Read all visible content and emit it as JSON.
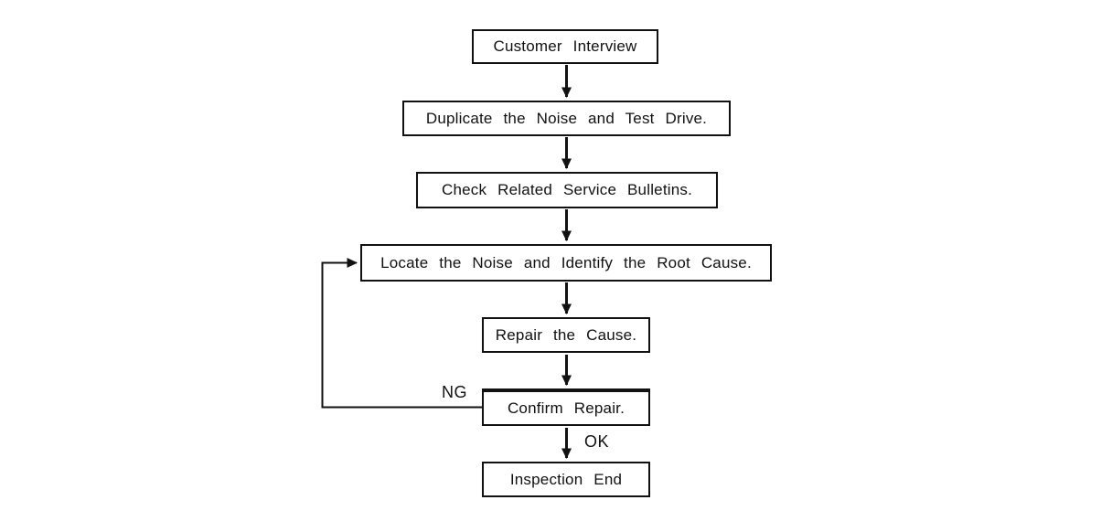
{
  "diagram": {
    "type": "flowchart",
    "nodes": [
      {
        "id": "customer-interview",
        "label": "Customer Interview"
      },
      {
        "id": "duplicate-noise",
        "label": "Duplicate the Noise and Test Drive."
      },
      {
        "id": "check-bulletins",
        "label": "Check Related Service Bulletins."
      },
      {
        "id": "locate-noise",
        "label": "Locate the Noise and Identify the Root Cause."
      },
      {
        "id": "repair-cause",
        "label": "Repair the Cause."
      },
      {
        "id": "confirm-repair",
        "label": "Confirm Repair."
      },
      {
        "id": "inspection-end",
        "label": "Inspection End"
      }
    ],
    "edges": [
      {
        "from": "customer-interview",
        "to": "duplicate-noise",
        "label": ""
      },
      {
        "from": "duplicate-noise",
        "to": "check-bulletins",
        "label": ""
      },
      {
        "from": "check-bulletins",
        "to": "locate-noise",
        "label": ""
      },
      {
        "from": "locate-noise",
        "to": "repair-cause",
        "label": ""
      },
      {
        "from": "repair-cause",
        "to": "confirm-repair",
        "label": ""
      },
      {
        "from": "confirm-repair",
        "to": "inspection-end",
        "label": "OK"
      },
      {
        "from": "confirm-repair",
        "to": "locate-noise",
        "label": "NG"
      }
    ],
    "colors": {
      "background": "#ffffff",
      "line": "#111111",
      "text": "#111111"
    }
  }
}
